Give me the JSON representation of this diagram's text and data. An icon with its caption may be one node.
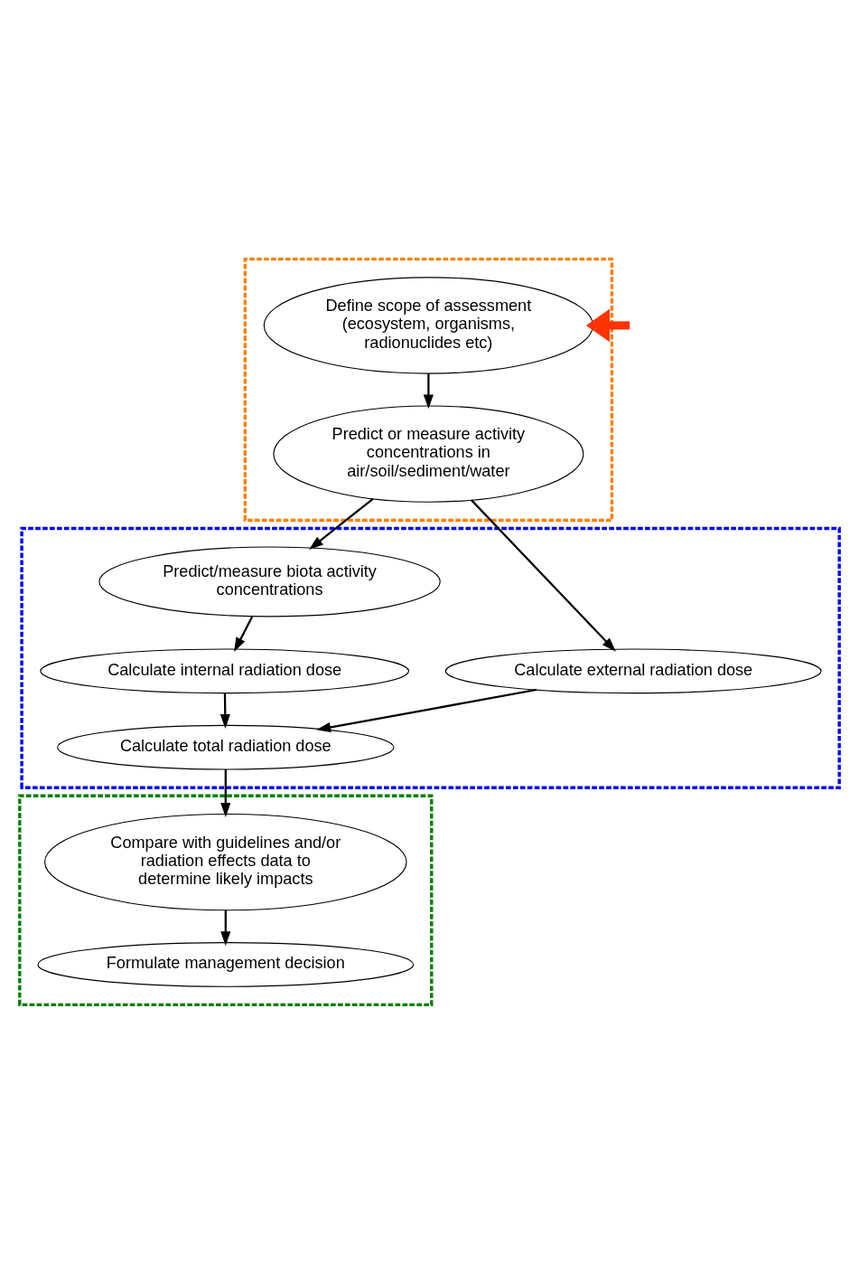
{
  "diagram": {
    "nodes": [
      {
        "text": [],
        "shape": "box"
      },
      {
        "text": [
          "Define scope of assessment (ecosystem, organisms, radionuclides etc)"
        ],
        "in": 0
      },
      {
        "text": [
          "Predict or measure activity concentrations in air/soil/sediment/water"
        ],
        "in": 0
      },
      {
        "text": [],
        "shape": "box"
      },
      {
        "text": [
          "Predict/measure biota activity concentrations"
        ],
        "in": 3
      },
      {
        "text": [
          "Calculate external radiation dose"
        ],
        "in": 3
      },
      {
        "text": [
          "Calculate internal radiation dose"
        ],
        "in": 3
      },
      {
        "text": [
          "Calculate total radiation dose"
        ],
        "in": 3
      },
      {
        "text": [],
        "shape": "box"
      },
      {
        "text": [
          "Compare with guidelines and/or radiation effects data to determine likely impacts"
        ],
        "in": 8
      },
      {
        "text": [
          "Formulate management decision"
        ],
        "in": 8
      }
    ],
    "edges": [
      {
        "from": 1,
        "to": 2,
        "arrow": "to"
      },
      {
        "from": 2,
        "to": 5,
        "arrow": "to"
      },
      {
        "from": 2,
        "to": 4,
        "arrow": "to"
      },
      {
        "from": 4,
        "to": 6,
        "arrow": "to"
      },
      {
        "from": 5,
        "to": 7,
        "arrow": "to"
      },
      {
        "from": 6,
        "to": 7,
        "arrow": "to"
      },
      {
        "from": 7,
        "to": 9,
        "arrow": "to"
      },
      {
        "from": 9,
        "to": 10,
        "arrow": "to"
      },
      {
        "from": null,
        "to": 1,
        "arrow": "to",
        "style": "thick",
        "color": "#ff3300"
      }
    ]
  }
}
